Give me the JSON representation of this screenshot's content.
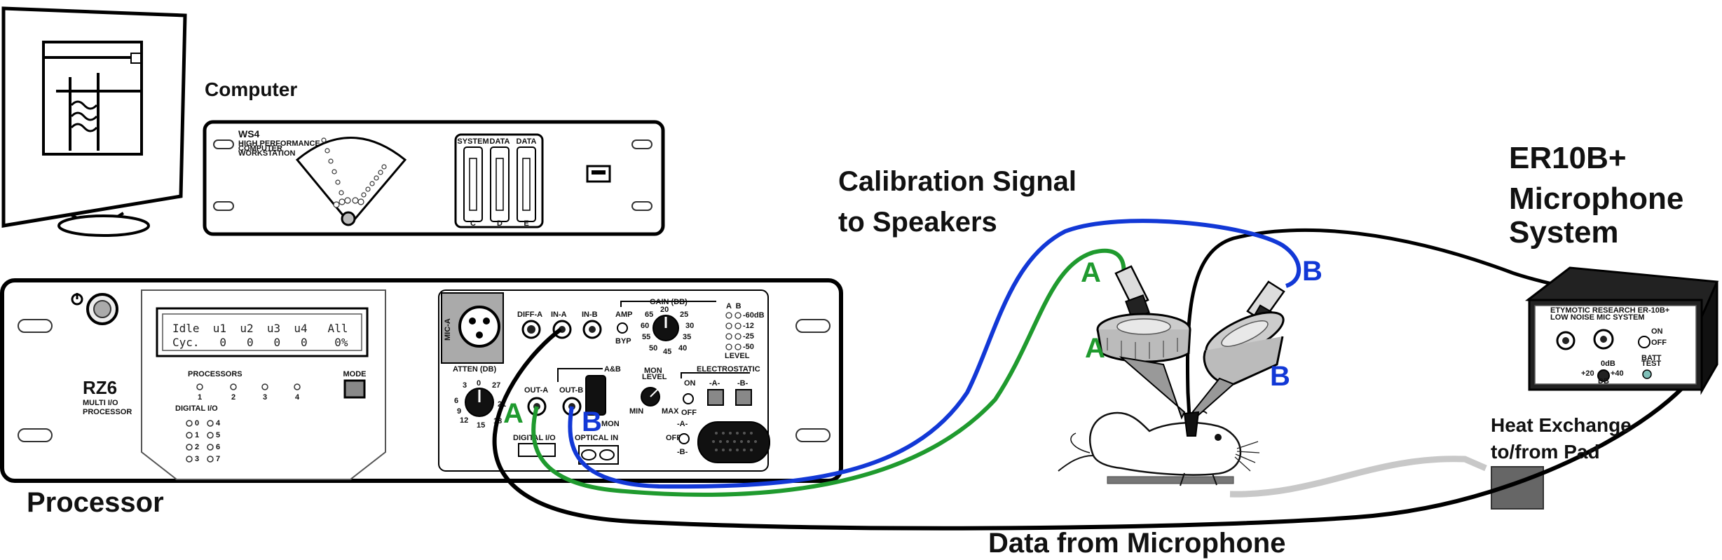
{
  "labels": {
    "computer": "Computer",
    "processor": "Processor",
    "calibration_line1": "Calibration Signal",
    "calibration_line2": "to Speakers",
    "mic_line1": "ER10B+",
    "mic_line2": "Microphone",
    "mic_line3": "System",
    "heat_line1": "Heat Exchange",
    "heat_line2": "to/from Pad",
    "data_from_mic": "Data from Microphone"
  },
  "ws4": {
    "name": "WS4",
    "sub1": "HIGH PERFORMANCE",
    "sub2": "COMPUTER",
    "sub3": "WORKSTATION",
    "bay1": "SYSTEM",
    "bay2": "DATA",
    "bay3": "DATA",
    "bay_sub1": "C",
    "bay_sub2": "D",
    "bay_sub3": "E"
  },
  "rz6": {
    "name": "RZ6",
    "sub1": "MULTI I/O",
    "sub2": "PROCESSOR",
    "lcd_row1": "Idle  u1  u2  u3  u4   All",
    "lcd_row2": "Cyc.   0   0   0   0    0%",
    "processors": "PROCESSORS",
    "proc_nums": [
      "1",
      "2",
      "3",
      "4"
    ],
    "digital_io": "DIGITAL I/O",
    "dio_left": [
      "0",
      "1",
      "2",
      "3"
    ],
    "dio_right": [
      "4",
      "5",
      "6",
      "7"
    ],
    "mode": "MODE",
    "mic_a": "MIC-A",
    "diff_a": "DIFF-A",
    "in_a": "IN-A",
    "in_b": "IN-B",
    "gain": "GAIN (DB)",
    "amp": "AMP",
    "byp": "BYP",
    "gain_ticks": [
      "20",
      "25",
      "30",
      "35",
      "40",
      "45",
      "50",
      "55",
      "60",
      "65"
    ],
    "level_header": "A  B",
    "level_values": [
      "-60dB",
      "-12",
      "-25",
      "-50"
    ],
    "level": "LEVEL",
    "atten": "ATTEN (DB)",
    "atten_ticks": [
      "0",
      "3",
      "6",
      "9",
      "12",
      "15",
      "18",
      "21",
      "27"
    ],
    "out_a": "OUT-A",
    "out_b": "OUT-B",
    "a_and_b": "A&B",
    "mon": "MON",
    "mon_level1": "MON",
    "mon_level2": "LEVEL",
    "min": "MIN",
    "max": "MAX",
    "electrostatic": "ELECTROSTATIC",
    "on": "ON",
    "off": "OFF",
    "es_a": "-A-",
    "es_b": "-B-",
    "sw_a": "-A-",
    "sw_off": "OFF",
    "sw_b": "-B-",
    "digital_io_port": "DIGITAL I/O",
    "optical_in": "OPTICAL IN"
  },
  "er10b": {
    "line1": "ETYMOTIC RESEARCH ER-10B+",
    "line2": "LOW NOISE MIC SYSTEM",
    "on": "ON",
    "off": "OFF",
    "gain_0": "0dB",
    "gain_20": "+20",
    "gain_40": "+40",
    "db": "DB",
    "batt1": "BATT",
    "batt2": "TEST"
  },
  "cable_labels": {
    "a_rz6": "A",
    "b_rz6": "B",
    "a_top": "A",
    "a_speaker": "A",
    "b_top": "B",
    "b_speaker": "B"
  },
  "colors": {
    "cable_a": "#1f9a2e",
    "cable_b": "#1238d6",
    "cable_mic": "#000000",
    "heat_tube": "#c8c8c8"
  }
}
